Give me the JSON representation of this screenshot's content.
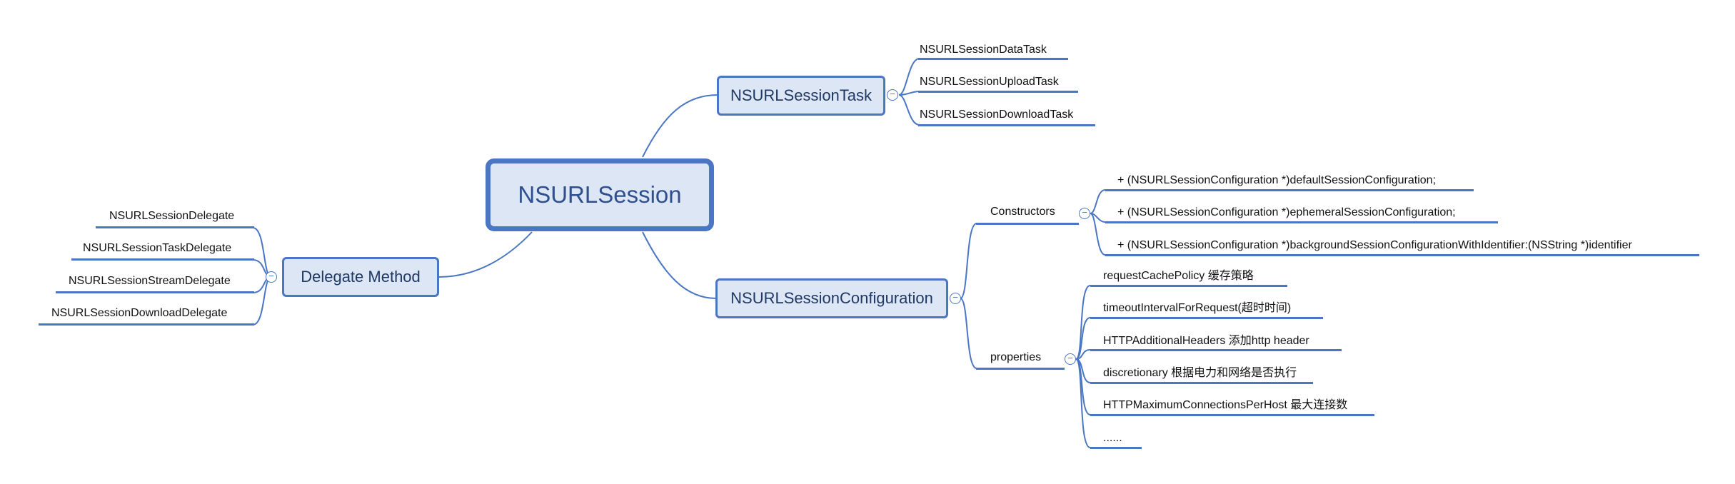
{
  "colors": {
    "accent": "#4a76c4",
    "node_fill": "#dce6f4",
    "text": "#111111"
  },
  "root": {
    "label": "NSURLSession"
  },
  "task": {
    "label": "NSURLSessionTask",
    "children": [
      "NSURLSessionDataTask",
      "NSURLSessionUploadTask",
      "NSURLSessionDownloadTask"
    ]
  },
  "delegate": {
    "label": "Delegate Method",
    "children": [
      "NSURLSessionDelegate",
      "NSURLSessionTaskDelegate",
      "NSURLSessionStreamDelegate",
      "NSURLSessionDownloadDelegate"
    ]
  },
  "configuration": {
    "label": "NSURLSessionConfiguration",
    "constructors": {
      "label": "Constructors",
      "children": [
        "+ (NSURLSessionConfiguration *)defaultSessionConfiguration;",
        "+ (NSURLSessionConfiguration *)ephemeralSessionConfiguration;",
        "+ (NSURLSessionConfiguration *)backgroundSessionConfigurationWithIdentifier:(NSString *)identifier"
      ]
    },
    "properties": {
      "label": "properties",
      "children": [
        "requestCachePolicy 缓存策略",
        "timeoutIntervalForRequest(超时时间)",
        "HTTPAdditionalHeaders 添加http header",
        "discretionary 根据电力和网络是否执行",
        "HTTPMaximumConnectionsPerHost 最大连接数",
        "......"
      ]
    }
  },
  "collapse_symbol": "−"
}
